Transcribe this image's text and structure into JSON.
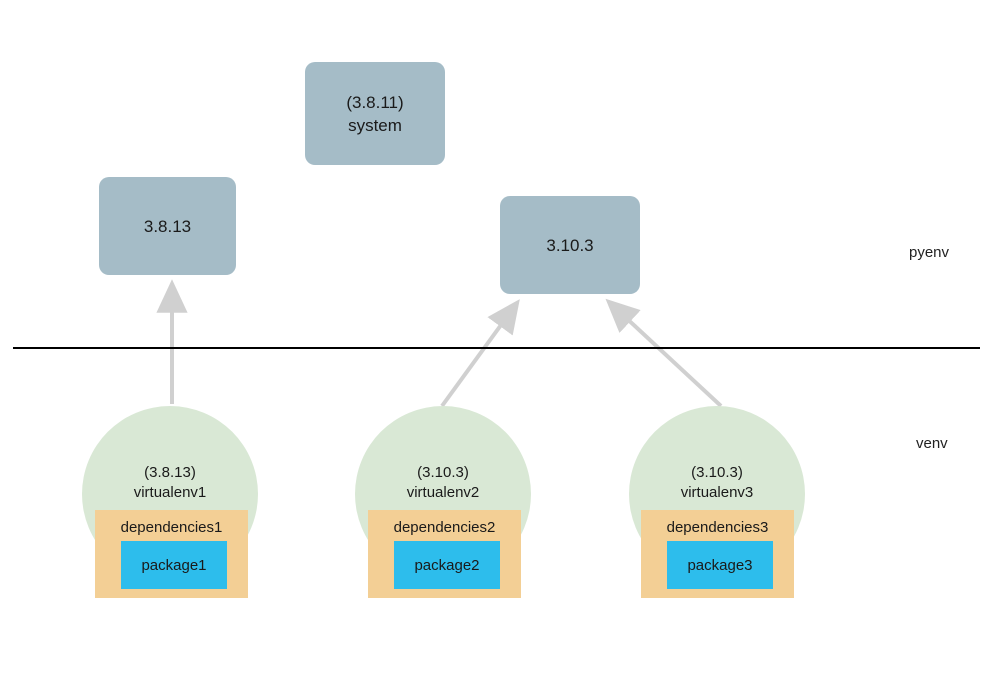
{
  "diagram": {
    "title": "pyenv and venv relationship diagram",
    "colors": {
      "pyenv_node_fill": "#A5BCC7",
      "venv_circle_fill": "#D9E8D5",
      "dependencies_fill": "#F3CF95",
      "package_fill": "#2DBDEC",
      "arrow": "#D0D0D0",
      "divider": "#000000",
      "text": "#1a1a1a",
      "background": "#FFFFFF"
    },
    "section_labels": [
      {
        "id": "pyenv",
        "text": "pyenv"
      },
      {
        "id": "venv",
        "text": "venv"
      }
    ],
    "pyenv_nodes": [
      {
        "id": "system",
        "version": "(3.8.11)",
        "name": "system"
      },
      {
        "id": "py3813",
        "version": "3.8.13",
        "name": ""
      },
      {
        "id": "py3103",
        "version": "3.10.3",
        "name": ""
      }
    ],
    "venv_nodes": [
      {
        "id": "virtualenv1",
        "version": "(3.8.13)",
        "name": "virtualenv1",
        "dependencies": "dependencies1",
        "package": "package1"
      },
      {
        "id": "virtualenv2",
        "version": "(3.10.3)",
        "name": "virtualenv2",
        "dependencies": "dependencies2",
        "package": "package2"
      },
      {
        "id": "virtualenv3",
        "version": "(3.10.3)",
        "name": "virtualenv3",
        "dependencies": "dependencies3",
        "package": "package3"
      }
    ],
    "edges": [
      {
        "from": "virtualenv1",
        "to": "py3813"
      },
      {
        "from": "virtualenv2",
        "to": "py3103"
      },
      {
        "from": "virtualenv3",
        "to": "py3103"
      }
    ]
  }
}
